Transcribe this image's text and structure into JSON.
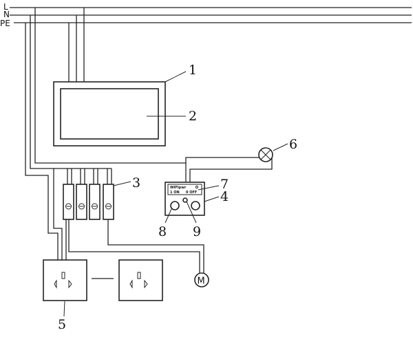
{
  "bus": {
    "live": "L",
    "neutral": "N",
    "earth": "PE"
  },
  "callouts": {
    "c1": "1",
    "c2": "2",
    "c3": "3",
    "c4": "4",
    "c5": "5",
    "c6": "6",
    "c7": "7",
    "c8": "8",
    "c9": "9"
  },
  "controller_display": {
    "line1": "WIFIpwr",
    "line2_on": "1 ON",
    "line2_off": "0 OFF"
  },
  "motor_symbol": "M"
}
